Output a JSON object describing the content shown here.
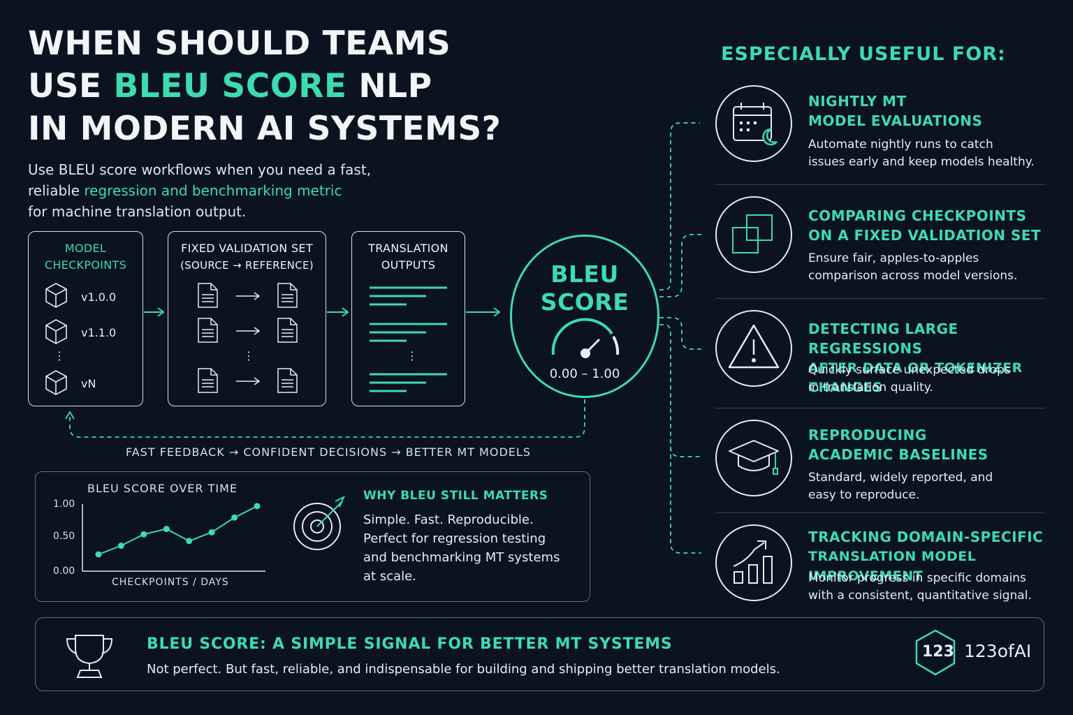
{
  "title": {
    "line1": "WHEN SHOULD TEAMS",
    "line2_pre": "USE ",
    "line2_hl": "BLEU SCORE",
    "line2_post": " NLP",
    "line3": "IN MODERN AI SYSTEMS?"
  },
  "intro": {
    "line1": "Use BLEU score workflows when you need a fast,",
    "line2_pre": "reliable ",
    "line2_hl": "regression and benchmarking metric",
    "line3": "for machine translation output."
  },
  "flow": {
    "checkpoints": {
      "title_l1": "MODEL",
      "title_l2": "CHECKPOINTS",
      "items": [
        "v1.0.0",
        "v1.1.0",
        "vN"
      ],
      "dots": "⋮"
    },
    "validation": {
      "title_l1": "FIXED VALIDATION SET",
      "title_l2": "(SOURCE → REFERENCE)",
      "dots": "⋮"
    },
    "outputs": {
      "title_l1": "TRANSLATION",
      "title_l2": "OUTPUTS",
      "dots": "⋮"
    },
    "bleu": {
      "word1": "BLEU",
      "word2": "SCORE",
      "range": "0.00 – 1.00"
    },
    "feedback": "FAST FEEDBACK → CONFIDENT DECISIONS → BETTER MT MODELS"
  },
  "chart_data": {
    "type": "line",
    "title": "BLEU SCORE OVER TIME",
    "xlabel": "CHECKPOINTS / DAYS",
    "ylabel": "",
    "ylim": [
      0,
      1
    ],
    "yticks": [
      "1.00",
      "0.50",
      "0.00"
    ],
    "series": [
      {
        "values": [
          0.25,
          0.38,
          0.55,
          0.63,
          0.45,
          0.58,
          0.8,
          0.97
        ]
      }
    ],
    "grid": false
  },
  "why": {
    "title": "WHY BLEU STILL MATTERS",
    "lines": [
      "Simple. Fast. Reproducible.",
      "Perfect for regression testing",
      "and benchmarking MT systems",
      "at scale."
    ]
  },
  "useful": {
    "heading": "ESPECIALLY USEFUL FOR:",
    "items": [
      {
        "icon": "calendar-moon-icon",
        "title_l1": "NIGHTLY MT",
        "title_l2": "MODEL EVALUATIONS",
        "desc_l1": "Automate nightly runs to catch",
        "desc_l2": "issues early and keep models healthy."
      },
      {
        "icon": "overlapping-squares-icon",
        "title_l1": "COMPARING CHECKPOINTS",
        "title_l2": "ON A FIXED VALIDATION SET",
        "desc_l1": "Ensure fair, apples-to-apples",
        "desc_l2": "comparison across model versions."
      },
      {
        "icon": "warning-triangle-icon",
        "title_l1": "DETECTING LARGE REGRESSIONS",
        "title_l2": "AFTER DATA OR TOKENIZER CHANGES",
        "desc_l1": "Quickly surface unexpected drops",
        "desc_l2": "in translation quality."
      },
      {
        "icon": "graduation-cap-icon",
        "title_l1": "REPRODUCING",
        "title_l2": "ACADEMIC BASELINES",
        "desc_l1": "Standard, widely reported, and",
        "desc_l2": "easy to reproduce."
      },
      {
        "icon": "bar-chart-up-icon",
        "title_l1": "TRACKING DOMAIN-SPECIFIC",
        "title_l2": "TRANSLATION MODEL IMPROVEMENT",
        "desc_l1": "Monitor progress in specific domains",
        "desc_l2": "with a consistent, quantitative signal."
      }
    ]
  },
  "footer": {
    "title": "BLEU SCORE: A SIMPLE SIGNAL FOR BETTER MT SYSTEMS",
    "text": "Not perfect. But fast, reliable, and indispensable for building and shipping better translation models.",
    "badge": "123",
    "brand": "123ofAI"
  },
  "colors": {
    "accent": "#3ddbb0",
    "background": "#0b1220",
    "line": "#d9e2ea"
  }
}
